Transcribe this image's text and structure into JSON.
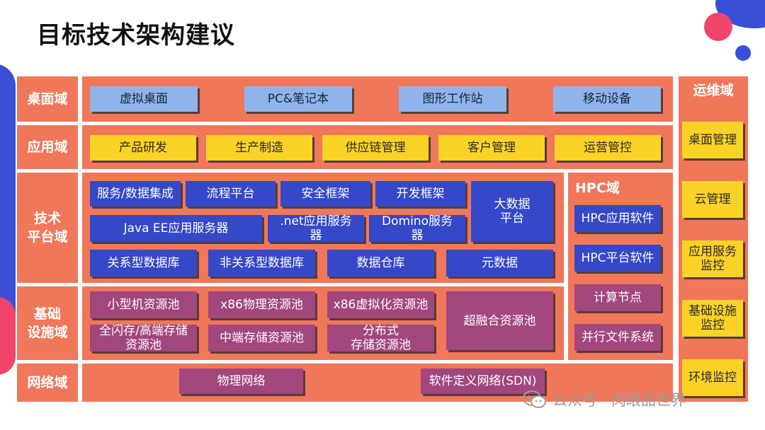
{
  "title": "目标技术架构建议",
  "colors": {
    "orange": "#f0775a",
    "light_blue": "#8fb4ec",
    "yellow": "#fbd326",
    "blue": "#3548c8",
    "purple": "#a2467e"
  },
  "domains": {
    "desktop": {
      "label": "桌面域",
      "items": [
        "虚拟桌面",
        "PC&笔记本",
        "图形工作站",
        "移动设备"
      ]
    },
    "application": {
      "label": "应用域",
      "items": [
        "产品研发",
        "生产制造",
        "供应链管理",
        "客户管理",
        "运营管控"
      ]
    },
    "tech_platform": {
      "label": "技术\n平台域",
      "items": [
        "服务/数据集成",
        "流程平台",
        "安全框架",
        "开发框架",
        "大数据\n平台",
        "Java EE应用服务器",
        ".net应用服务\n器",
        "Domino服务\n器",
        "关系型数据库",
        "非关系型数据库",
        "数据仓库",
        "元数据"
      ]
    },
    "infrastructure": {
      "label": "基础\n设施域",
      "items": [
        "小型机资源池",
        "x86物理资源池",
        "x86虚拟化资源池",
        "超融合资源池",
        "全闪存/高端存储\n资源池",
        "中端存储资源池",
        "分布式\n存储资源池"
      ]
    },
    "network": {
      "label": "网络域",
      "items": [
        "物理网络",
        "软件定义网络(SDN)"
      ]
    },
    "hpc": {
      "label": "HPC域",
      "items": [
        "HPC应用软件",
        "HPC平台软件",
        "计算节点",
        "并行文件系统"
      ]
    },
    "ops": {
      "label": "运维域",
      "items": [
        "桌面管理",
        "云管理",
        "应用服务\n监控",
        "基础设施\n监控",
        "环境监控"
      ]
    }
  },
  "watermark": "公众号 · 肉眼品世界"
}
